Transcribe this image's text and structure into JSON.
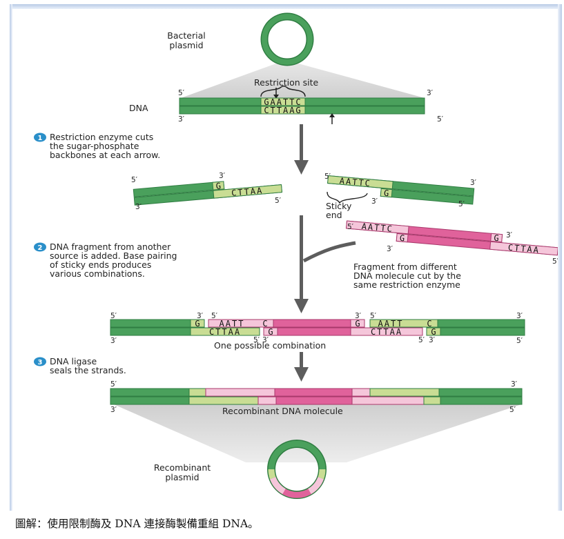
{
  "labels": {
    "bacterial_plasmid_1": "Bacterial",
    "bacterial_plasmid_2": "plasmid",
    "restriction_site": "Restriction site",
    "dna": "DNA",
    "prime5": "5′",
    "prime3": "3′",
    "sticky_end_1": "Sticky",
    "sticky_end_2": "end",
    "fragment_note_1": "Fragment from different",
    "fragment_note_2": "DNA molecule cut by the",
    "fragment_note_3": "same restriction enzyme",
    "one_combination": "One possible combination",
    "recombinant_dna": "Recombinant DNA molecule",
    "recombinant_plasmid_1": "Recombinant",
    "recombinant_plasmid_2": "plasmid"
  },
  "steps": [
    {
      "number": "1",
      "lines": [
        "Restriction enzyme cuts",
        "the sugar-phosphate",
        "backbones at each arrow."
      ]
    },
    {
      "number": "2",
      "lines": [
        "DNA fragment from another",
        "source is added. Base pairing",
        "of sticky ends produces",
        "various combinations."
      ]
    },
    {
      "number": "3",
      "lines": [
        "DNA ligase",
        "seals the strands."
      ]
    }
  ],
  "sequences": {
    "top_site": "GAATTC",
    "bottom_site": "CTTAAG",
    "g": "G",
    "c": "C",
    "cttaa": "CTTAA",
    "aattc": "AATTC",
    "aatt": "AATT"
  },
  "caption": "圖解：使用限制酶及 DNA 連接酶製備重組 DNA。",
  "colors": {
    "green": "#4aa05c",
    "green_dark": "#2f7d42",
    "light_green": "#c9dd94",
    "pink": "#e0629b",
    "light_pink": "#f5c6da",
    "step_badge": "#2a8fc9",
    "arrow": "#5d5d5d"
  }
}
